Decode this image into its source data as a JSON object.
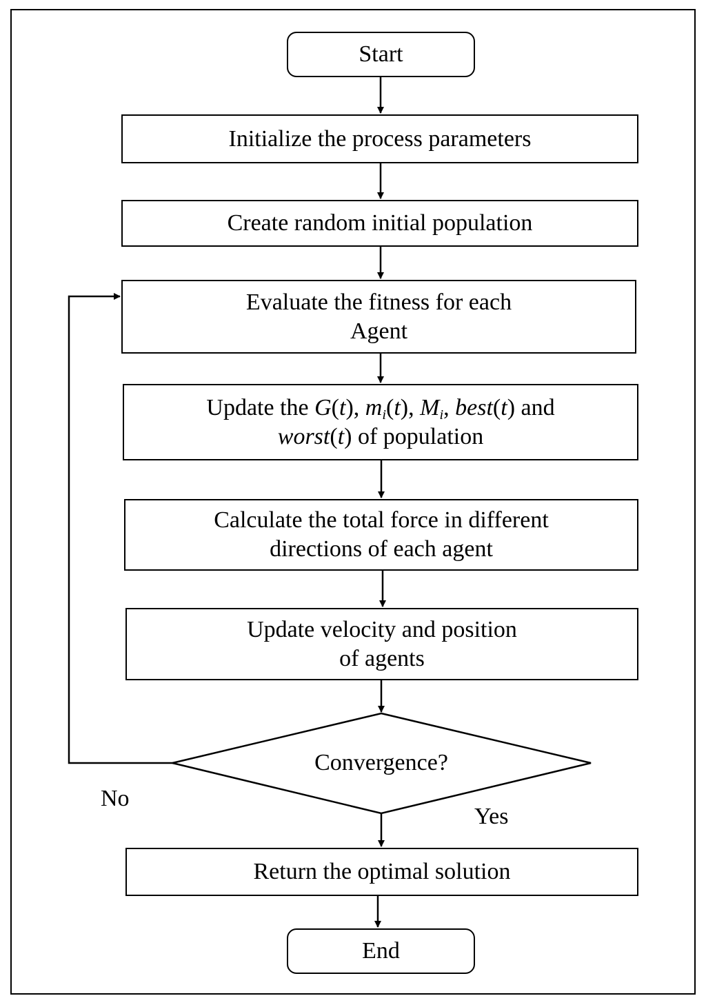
{
  "flowchart": {
    "start": "Start",
    "init": "Initialize the process parameters",
    "create": "Create random initial population",
    "evaluate": {
      "line1": "Evaluate the fitness for each",
      "line2": "Agent"
    },
    "update": {
      "pre": "Update the ",
      "g": "G",
      "t": "t",
      "m": "m",
      "i": "i",
      "M": "M",
      "best": "best",
      "and": "and",
      "worst": "worst",
      "of_population": "of population"
    },
    "calculate": {
      "line1": "Calculate the total force in different",
      "line2": "directions of each agent"
    },
    "velocity": {
      "line1": "Update velocity and position",
      "line2": "of agents"
    },
    "decision": "Convergence?",
    "no": "No",
    "yes": "Yes",
    "return": "Return the optimal solution",
    "end": "End"
  }
}
